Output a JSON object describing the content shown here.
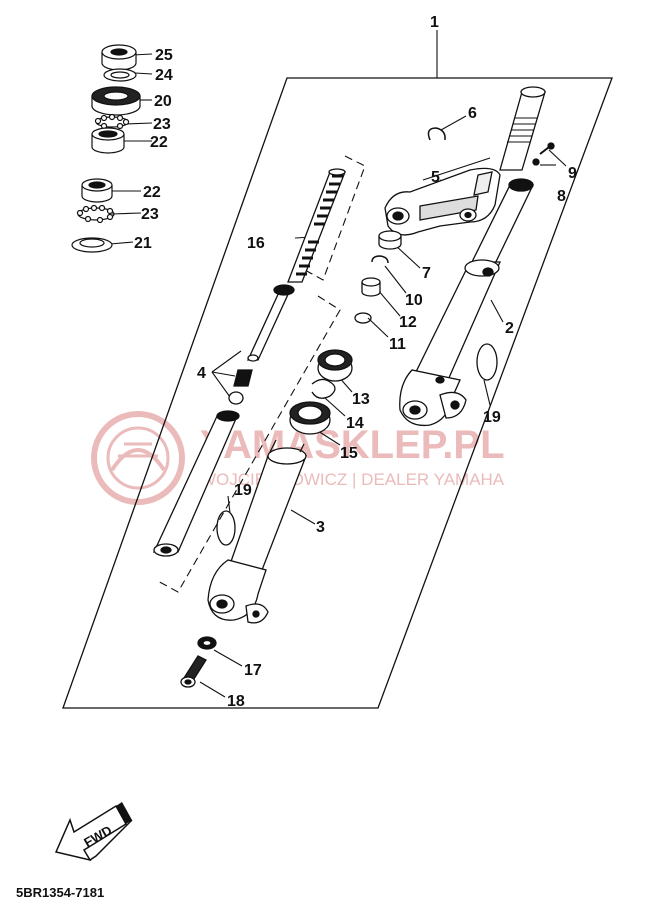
{
  "diagram": {
    "callouts": [
      {
        "id": "c1",
        "label": "1"
      },
      {
        "id": "c2",
        "label": "2"
      },
      {
        "id": "c3",
        "label": "3"
      },
      {
        "id": "c4",
        "label": "4"
      },
      {
        "id": "c5",
        "label": "5"
      },
      {
        "id": "c6",
        "label": "6"
      },
      {
        "id": "c7",
        "label": "7"
      },
      {
        "id": "c8",
        "label": "8"
      },
      {
        "id": "c9",
        "label": "9"
      },
      {
        "id": "c10",
        "label": "10"
      },
      {
        "id": "c11",
        "label": "11"
      },
      {
        "id": "c12",
        "label": "12"
      },
      {
        "id": "c13",
        "label": "13"
      },
      {
        "id": "c14",
        "label": "14"
      },
      {
        "id": "c15",
        "label": "15"
      },
      {
        "id": "c16",
        "label": "16"
      },
      {
        "id": "c17",
        "label": "17"
      },
      {
        "id": "c18",
        "label": "18"
      },
      {
        "id": "c19a",
        "label": "19"
      },
      {
        "id": "c19b",
        "label": "19"
      },
      {
        "id": "c20",
        "label": "20"
      },
      {
        "id": "c21",
        "label": "21"
      },
      {
        "id": "c22a",
        "label": "22"
      },
      {
        "id": "c22b",
        "label": "22"
      },
      {
        "id": "c23a",
        "label": "23"
      },
      {
        "id": "c23b",
        "label": "23"
      },
      {
        "id": "c24",
        "label": "24"
      },
      {
        "id": "c25",
        "label": "25"
      }
    ],
    "fwd_label": "FWD",
    "diagram_code": "5BR1354-7181"
  },
  "watermark": {
    "brand": "YAMASKLEP.PL",
    "tagline": "WOJCIECHOWICZ | DEALER YAMAHA"
  },
  "colors": {
    "line": "#111111",
    "watermark": "#e9b3b3"
  }
}
